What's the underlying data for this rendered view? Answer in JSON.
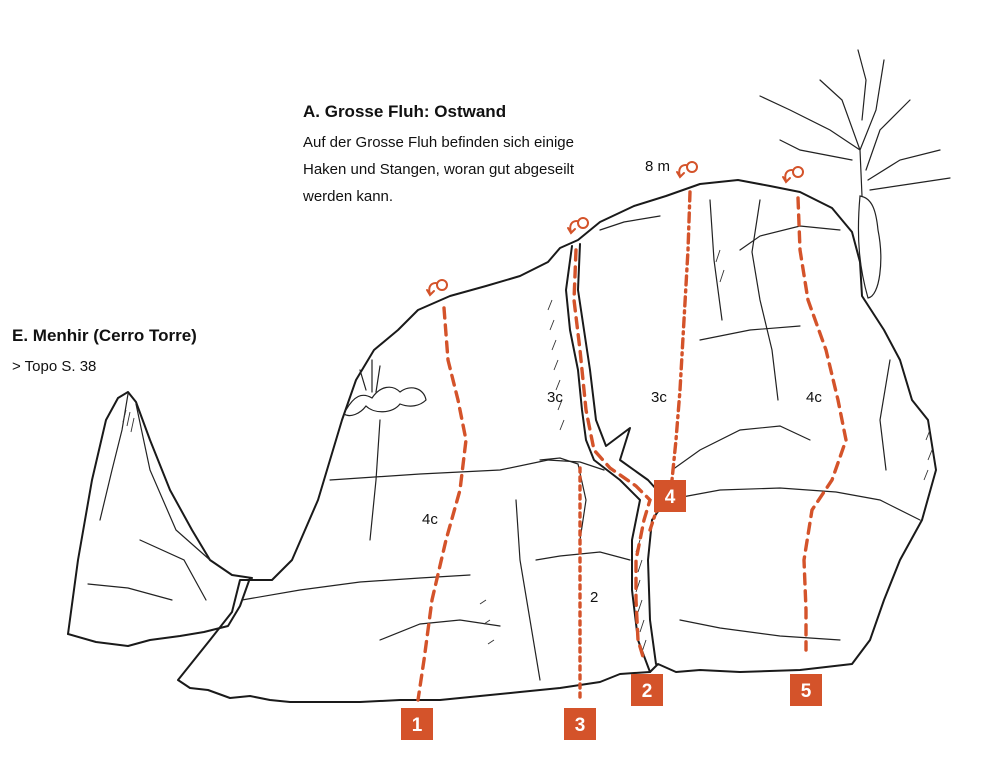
{
  "sections": {
    "grosse_fluh": {
      "title": "A. Grosse Fluh: Ostwand",
      "description_lines": [
        "Auf der Grosse Fluh befinden sich einige",
        "Haken und Stangen, woran gut abgeseilt",
        "werden kann."
      ]
    },
    "menhir": {
      "title": "E. Menhir (Cerro Torre)",
      "reference": "> Topo S. 38"
    }
  },
  "height_label": "8 m",
  "routes": [
    {
      "number": "1",
      "grade": "4c",
      "line_style": "dashed"
    },
    {
      "number": "2",
      "grade": "3c",
      "line_style": "dashed"
    },
    {
      "number": "3",
      "grade": "2",
      "line_style": "dotted"
    },
    {
      "number": "4",
      "grade": "3c",
      "line_style": "dash-dot"
    },
    {
      "number": "5",
      "grade": "4c",
      "line_style": "dashed"
    }
  ],
  "colors": {
    "route": "#d4532a",
    "rock_outline": "#1a1a1a",
    "background": "#ffffff"
  }
}
